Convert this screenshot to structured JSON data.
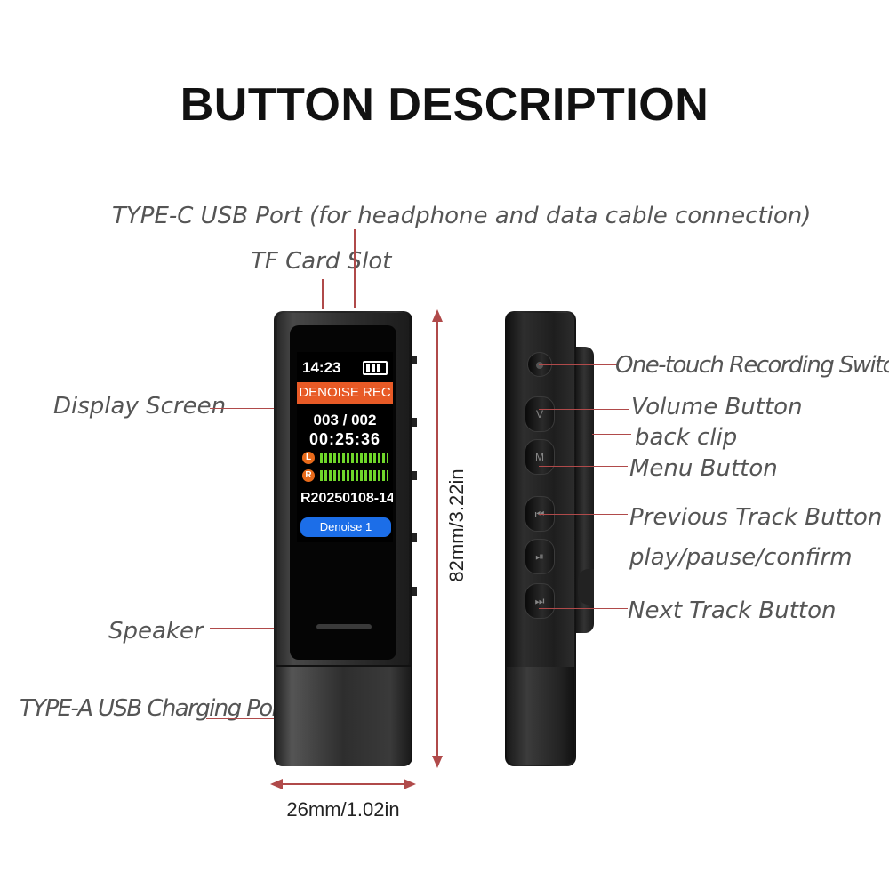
{
  "title": "BUTTON DESCRIPTION",
  "front_labels": {
    "usb_c": "TYPE-C USB Port (for headphone and data cable connection)",
    "tf_card": "TF Card Slot",
    "display": "Display Screen",
    "speaker": "Speaker",
    "usb_a": "TYPE-A USB Charging Port"
  },
  "side_labels": {
    "record_switch": "One-touch Recording Switch",
    "volume": "Volume Button",
    "clip": "back clip",
    "menu": "Menu Button",
    "previous": "Previous Track Button",
    "play": "play/pause/confirm",
    "next": "Next Track Button"
  },
  "dimensions": {
    "height": "82mm/3.22in",
    "width": "26mm/1.02in"
  },
  "screen": {
    "time": "14:23",
    "mode": "DENOISE REC",
    "track": "003 / 002",
    "elapsed": "00:25:36",
    "left_channel": "L",
    "right_channel": "R",
    "filename": "R20250108-14",
    "denoise": "Denoise  1"
  },
  "side_buttons": {
    "volume": "V",
    "menu": "M",
    "previous": "⏮",
    "play": "⏯",
    "next": "⏭"
  },
  "colors": {
    "leader_line": "#b04a4a",
    "rec_banner": "#e85a26",
    "denoise_pill": "#1c6ee8",
    "meter": "#6fd62a"
  }
}
